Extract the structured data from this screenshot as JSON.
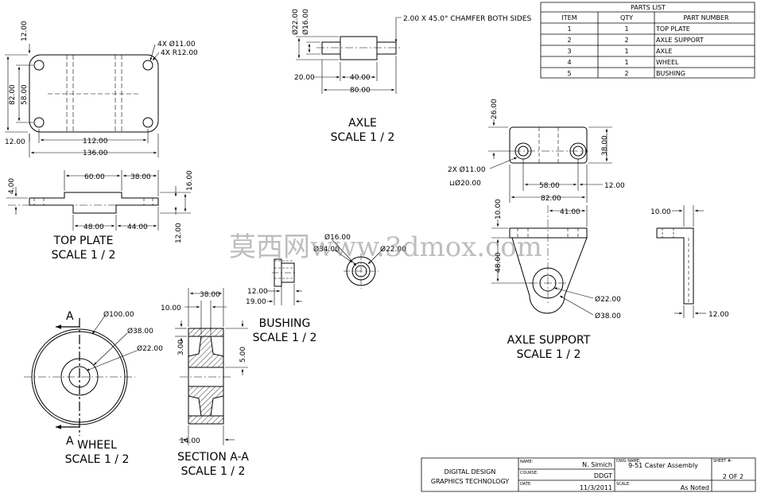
{
  "parts_list": {
    "title": "PARTS LIST",
    "headers": [
      "ITEM",
      "QTY",
      "PART NUMBER"
    ],
    "rows": [
      [
        "1",
        "1",
        "TOP PLATE"
      ],
      [
        "2",
        "2",
        "AXLE SUPPORT"
      ],
      [
        "3",
        "1",
        "AXLE"
      ],
      [
        "4",
        "1",
        "WHEEL"
      ],
      [
        "5",
        "2",
        "BUSHING"
      ]
    ]
  },
  "views": {
    "top_plate": {
      "title": "TOP PLATE",
      "scale": "SCALE 1 / 2",
      "dims": {
        "d12_top": "12.00",
        "hole": "4X Ø11.00",
        "radius": "4X R12.00",
        "d82": "82.00",
        "d58": "58.00",
        "d12_left": "12.00",
        "d112": "112.00",
        "d136": "136.00",
        "d60": "60.00",
        "d38": "38.00",
        "d4": "4.00",
        "d16": "16.00",
        "d48": "48.00",
        "d44": "44.00",
        "d12_side": "12.00"
      }
    },
    "axle": {
      "title": "AXLE",
      "scale": "SCALE 1 / 2",
      "dims": {
        "d22": "Ø22.00",
        "d16": "Ø16.00",
        "chamfer": "2.00 X 45.0° CHAMFER BOTH SIDES",
        "d20": "20.00",
        "d40": "40.00",
        "d80": "80.00"
      }
    },
    "axle_support": {
      "title": "AXLE SUPPORT",
      "scale": "SCALE 1 / 2",
      "dims": {
        "d26": "26.00",
        "d38": "38.00",
        "hole": "2X Ø11.00",
        "cbore": "⊔Ø20.00",
        "d58": "58.00",
        "d12": "12.00",
        "d82": "82.00",
        "d41": "41.00",
        "d10": "10.00",
        "d48": "48.00",
        "d22": "Ø22.00",
        "d38dia": "Ø38.00",
        "side10": "10.00",
        "side12": "12.00"
      }
    },
    "bushing": {
      "title": "BUSHING",
      "scale": "SCALE 1 / 2",
      "dims": {
        "d16": "Ø16.00",
        "d34": "Ø34.00",
        "d22": "Ø22.00",
        "d12": "12.00",
        "d19": "19.00"
      }
    },
    "wheel": {
      "title": "WHEEL",
      "scale": "SCALE 1 / 2",
      "dims": {
        "d100": "Ø100.00",
        "d38": "Ø38.00",
        "d22": "Ø22.00",
        "cut_a_top": "A",
        "cut_a_bottom": "A"
      }
    },
    "section": {
      "title": "SECTION A-A",
      "scale": "SCALE 1 / 2",
      "dims": {
        "d38": "38.00",
        "d10": "10.00",
        "d3": "3.00",
        "d5": "5.00",
        "d14": "14.00"
      }
    }
  },
  "title_block": {
    "org_line1": "DIGITAL DESIGN",
    "org_line2": "GRAPHICS TECHNOLOGY",
    "name_label": "NAME:",
    "name": "N. Simich",
    "course_label": "COURSE:",
    "course": "DDGT",
    "date_label": "DATE:",
    "date": "11/3/2011",
    "dwg_label": "DWG NAME:",
    "dwg_name": "9-51 Caster Assembly",
    "scale_label": "SCALE:",
    "scale": "As Noted",
    "sheet_label": "SHEET #:",
    "sheet": "2 OF 2"
  },
  "watermark": "莫西网www.3dmox.com"
}
